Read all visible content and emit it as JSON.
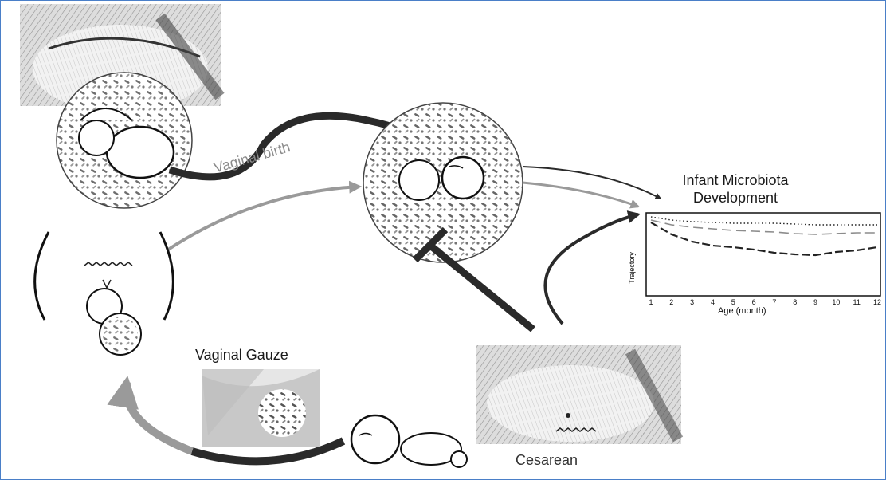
{
  "labels": {
    "vaginal_birth": "Vaginal birth",
    "infant_title_line1": "Infant Microbiota",
    "infant_title_line2": "Development",
    "vaginal_gauze": "Vaginal Gauze",
    "cesarean": "Cesarean"
  },
  "colors": {
    "frame_border": "#4a7fc8",
    "dark_arrow": "#2a2a2a",
    "gray_arrow": "#9a9a9a"
  },
  "chart_data": {
    "type": "line",
    "title": "",
    "xlabel": "Age (month)",
    "ylabel": "Trajectory",
    "x": [
      1,
      2,
      3,
      4,
      5,
      6,
      7,
      8,
      9,
      10,
      11,
      12
    ],
    "xticks": [
      "1",
      "2",
      "3",
      "4",
      "5",
      "6",
      "7",
      "8",
      "9",
      "10",
      "11",
      "12"
    ],
    "ylim": [
      0,
      1
    ],
    "grid": false,
    "series": [
      {
        "style": "dotted",
        "values": [
          0.97,
          0.93,
          0.91,
          0.9,
          0.89,
          0.89,
          0.89,
          0.88,
          0.87,
          0.87,
          0.87,
          0.87
        ]
      },
      {
        "style": "dashed-gray",
        "values": [
          0.93,
          0.87,
          0.84,
          0.82,
          0.8,
          0.79,
          0.78,
          0.76,
          0.75,
          0.76,
          0.77,
          0.77
        ]
      },
      {
        "style": "dashed-black",
        "values": [
          0.9,
          0.75,
          0.66,
          0.61,
          0.59,
          0.56,
          0.52,
          0.5,
          0.49,
          0.53,
          0.55,
          0.59
        ]
      }
    ]
  }
}
